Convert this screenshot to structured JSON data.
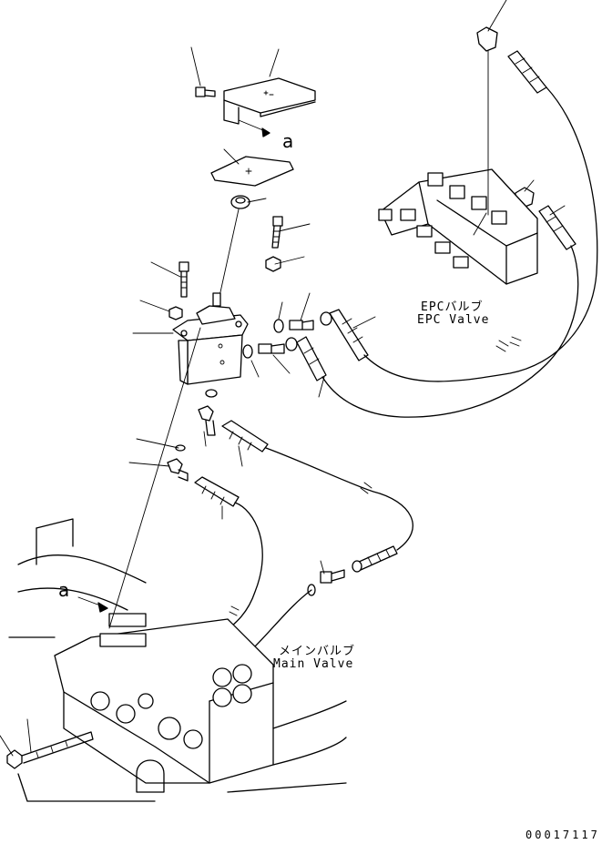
{
  "labels": {
    "epc_jp": "EPCバルブ",
    "epc_en": "EPC Valve",
    "main_jp": "メインバルブ",
    "main_en": "Main Valve",
    "ref_a_top": "a",
    "ref_a_bottom": "a"
  },
  "drawing_number": "00017117"
}
